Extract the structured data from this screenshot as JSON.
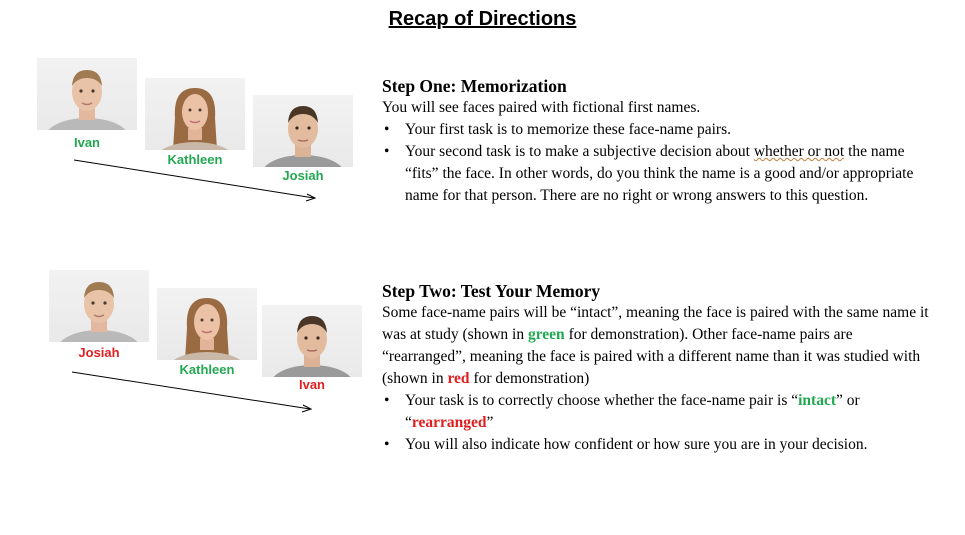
{
  "title": "Recap of Directions",
  "step_one": {
    "faces": [
      {
        "name": "Ivan",
        "color": "#22a851"
      },
      {
        "name": "Kathleen",
        "color": "#22a851"
      },
      {
        "name": "Josiah",
        "color": "#22a851"
      }
    ],
    "heading": "Step One: Memorization",
    "intro": "You will see faces paired with fictional first names.",
    "bullet1": "Your first task is to memorize these face-name pairs.",
    "bullet2_a": "Your second task is to make a subjective decision about ",
    "bullet2_underlined": "whether or not",
    "bullet2_b": " the name “fits” the face.  In other words, do you think the name is a good and/or appropriate name for that person. There are no right or wrong answers to this question."
  },
  "step_two": {
    "faces": [
      {
        "name": "Josiah",
        "color": "#e02020"
      },
      {
        "name": "Kathleen",
        "color": "#22a851"
      },
      {
        "name": "Ivan",
        "color": "#e02020"
      }
    ],
    "heading": "Step Two: Test Your Memory",
    "para_a": "Some face-name pairs will be “intact”, meaning the face is paired with the same name it was at study (shown in ",
    "para_green": "green",
    "para_b": " for demonstration). Other face-name pairs are “rearranged”, meaning the face is paired with a different name than it was studied with (shown in ",
    "para_red": "red",
    "para_c": " for demonstration)",
    "bullet1_a": "Your task is to correctly choose whether the face-name pair is “",
    "bullet1_intact": "intact",
    "bullet1_b": "” or “",
    "bullet1_rearranged": "rearranged",
    "bullet1_c": "”",
    "bullet2": "You will also indicate how confident or how sure you are in your decision."
  },
  "colors": {
    "green": "#22a851",
    "red": "#e02020"
  }
}
